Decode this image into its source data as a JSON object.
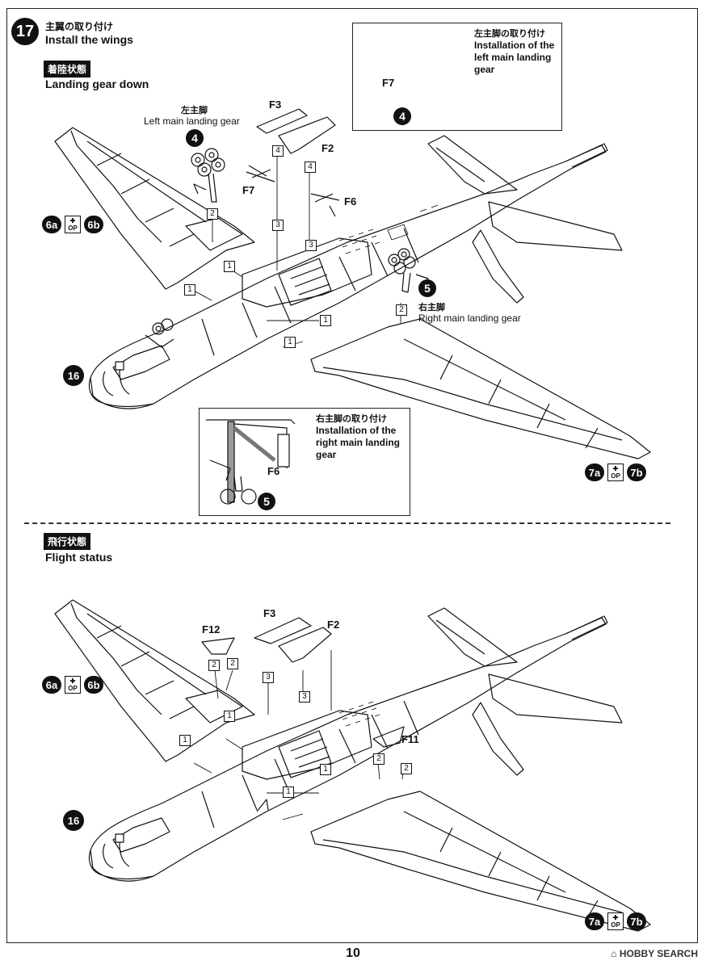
{
  "step": {
    "number": "17",
    "title_jp": "主翼の取り付け",
    "title_en": "Install the wings"
  },
  "landing": {
    "tag_jp": "着陸状態",
    "title_en": "Landing gear down",
    "left_gear_jp": "左主脚",
    "left_gear_en": "Left main landing gear",
    "right_gear_jp": "右主脚",
    "right_gear_en": "Right main landing gear",
    "parts": [
      "F3",
      "F2",
      "F7",
      "F6"
    ],
    "callout_left": {
      "jp": "左主脚の取り付け",
      "en": [
        "Installation of the",
        "left main landing",
        "gear"
      ],
      "part": "F7",
      "ref": "4"
    },
    "callout_right": {
      "jp": "右主脚の取り付け",
      "en": [
        "Installation of the",
        "right main landing",
        "gear"
      ],
      "part": "F6",
      "ref": "5"
    },
    "ref_left_gear": "4",
    "ref_right_gear": "5",
    "ref_nose": "16",
    "option_left": [
      "6a",
      "6b"
    ],
    "option_right": [
      "7a",
      "7b"
    ],
    "step_numbers": [
      "1",
      "2",
      "3",
      "4"
    ]
  },
  "flight": {
    "tag_jp": "飛行状態",
    "title_en": "Flight status",
    "parts": [
      "F3",
      "F2",
      "F12",
      "F11"
    ],
    "ref_nose": "16",
    "option_left": [
      "6a",
      "6b"
    ],
    "option_right": [
      "7a",
      "7b"
    ],
    "step_numbers": [
      "1",
      "2",
      "3"
    ]
  },
  "op_label": "OP",
  "page_number": "10",
  "watermark": "HOBBY SEARCH"
}
